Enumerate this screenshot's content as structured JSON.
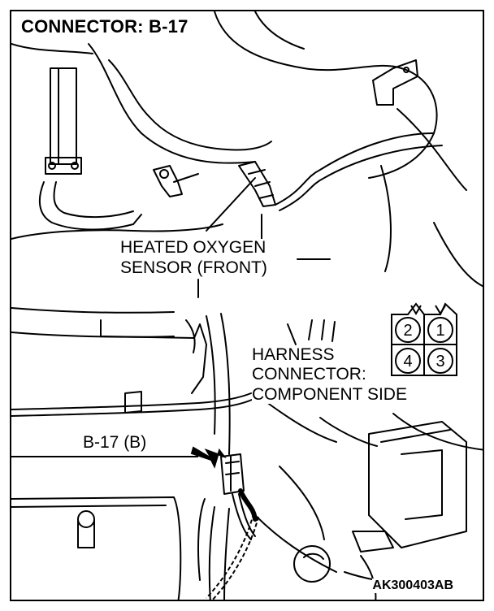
{
  "title": "CONNECTOR: B-17",
  "labels": {
    "sensor_line1": "HEATED OXYGEN",
    "sensor_line2": "SENSOR (FRONT)",
    "harness_line1": "HARNESS",
    "harness_line2": "CONNECTOR:",
    "harness_line3": "COMPONENT SIDE",
    "connector_ref": "B-17 (B)"
  },
  "connector_pins": [
    "2",
    "1",
    "4",
    "3"
  ],
  "figure_code": "AK300403AB"
}
